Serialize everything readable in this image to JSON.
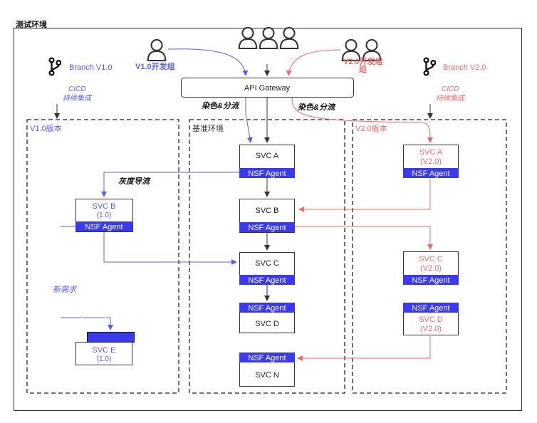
{
  "frame": {
    "title": "测试环境"
  },
  "actors": {
    "v1_team": "V1.0开发组",
    "v2_team": "V2.0开发组"
  },
  "branches": {
    "v1": {
      "name": "Branch V1.0",
      "cicd": "CICD",
      "cicd_sub": "持续集成"
    },
    "v2": {
      "name": "Branch V2.0",
      "cicd": "CICD",
      "cicd_sub": "持续集成"
    }
  },
  "gateway": {
    "label": "API Gateway"
  },
  "edge_labels": {
    "dye_left": "染色&分流",
    "dye_right": "染色&分流",
    "canary": "灰度导流",
    "new_req": "新需求"
  },
  "zones": {
    "v1": "V1.0版本",
    "base": "基准环境",
    "v2": "V2.0版本"
  },
  "agent_label": "NSF Agent",
  "services": {
    "base_a": "SVC A",
    "base_b": "SVC B",
    "base_c": "SVC C",
    "base_d": "SVC D",
    "base_n": "SVC N",
    "v1_b": "SVC B",
    "v1_b_ver": "(1.0)",
    "v1_e": "SVC E",
    "v1_e_ver": "(1.0)",
    "v2_a": "SVC A",
    "v2_a_ver": "(V2.0)",
    "v2_c": "SVC C",
    "v2_c_ver": "(V2.0)",
    "v2_d": "SVC D",
    "v2_d_ver": "(V2.0)"
  },
  "colors": {
    "blue": "#5b5bf0",
    "agent_blue": "#3a3aec",
    "red": "#f06a6a",
    "gray": "#333333"
  },
  "icons": [
    "person-icon",
    "git-branch-icon"
  ]
}
